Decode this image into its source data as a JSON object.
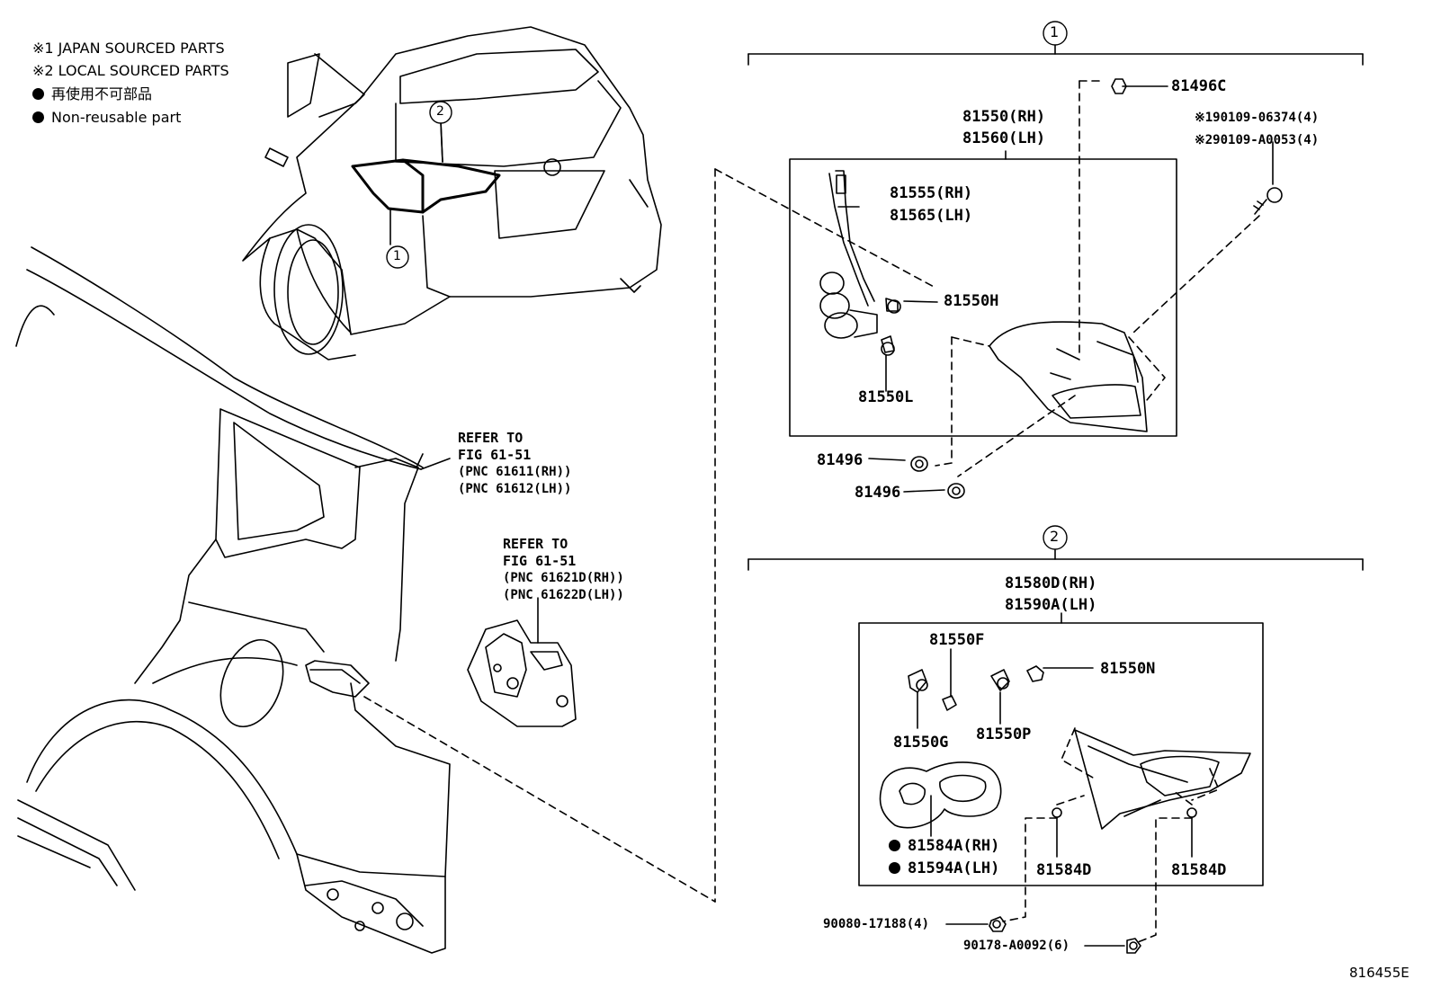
{
  "notes": {
    "n1": "※1 JAPAN SOURCED PARTS",
    "n2": "※2 LOCAL SOURCED PARTS",
    "n3": "再使用不可部品",
    "n4": "Non-reusable part"
  },
  "callouts": {
    "c1": "1",
    "c2": "2"
  },
  "refer1": {
    "l1": "REFER TO",
    "l2": "FIG 61-51",
    "l3": "(PNC 61611(RH))",
    "l4": "(PNC 61612(LH))"
  },
  "refer2": {
    "l1": "REFER TO",
    "l2": "FIG 61-51",
    "l3": "(PNC 61621D(RH))",
    "l4": "(PNC 61622D(LH))"
  },
  "group1": {
    "assy_rh": "81550(RH)",
    "assy_lh": "81560(LH)",
    "p81555": "81555(RH)",
    "p81565": "81565(LH)",
    "p81550h": "81550H",
    "p81550l": "81550L",
    "p81496c": "81496C",
    "screw1": "※190109-06374(4)",
    "screw2": "※290109-A0053(4)",
    "p81496a": "81496",
    "p81496b": "81496"
  },
  "group2": {
    "assy_rh": "81580D(RH)",
    "assy_lh": "81590A(LH)",
    "p81550f": "81550F",
    "p81550n": "81550N",
    "p81550g": "81550G",
    "p81550p": "81550P",
    "p81584a": "81584A(RH)",
    "p81594a": "81594A(LH)",
    "p81584d1": "81584D",
    "p81584d2": "81584D",
    "bolt1": "90080-17188(4)",
    "bolt2": "90178-A0092(6)"
  },
  "figure_id": "816455E"
}
